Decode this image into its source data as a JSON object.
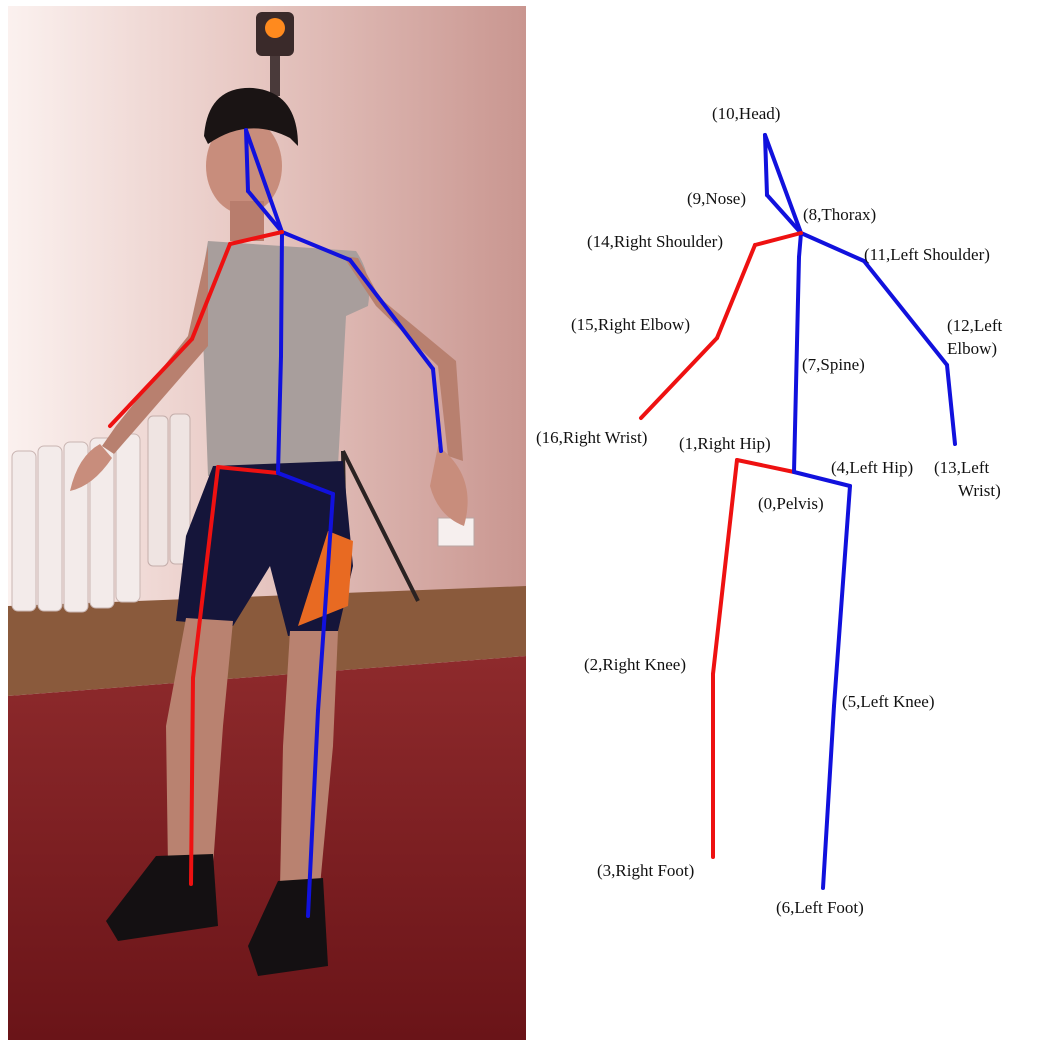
{
  "colors": {
    "right_side": "#ee1111",
    "left_side": "#1111dd"
  },
  "joints": [
    {
      "id": 0,
      "label": "(0,Pelvis)"
    },
    {
      "id": 1,
      "label": "(1,Right Hip)"
    },
    {
      "id": 2,
      "label": "(2,Right Knee)"
    },
    {
      "id": 3,
      "label": "(3,Right Foot)"
    },
    {
      "id": 4,
      "label": "(4,Left Hip)"
    },
    {
      "id": 5,
      "label": "(5,Left Knee)"
    },
    {
      "id": 6,
      "label": "(6,Left Foot)"
    },
    {
      "id": 7,
      "label": "(7,Spine)"
    },
    {
      "id": 8,
      "label": "(8,Thorax)"
    },
    {
      "id": 9,
      "label": "(9,Nose)"
    },
    {
      "id": 10,
      "label": "(10,Head)"
    },
    {
      "id": 11,
      "label": "(11,Left Shoulder)"
    },
    {
      "id": 12,
      "label_lines": [
        "(12,Left",
        "Elbow)"
      ]
    },
    {
      "id": 13,
      "label_lines": [
        "(13,Left",
        "Wrist)"
      ]
    },
    {
      "id": 14,
      "label": "(14,Right Shoulder)"
    },
    {
      "id": 15,
      "label": "(15,Right Elbow)"
    },
    {
      "id": 16,
      "label": "(16,Right Wrist)"
    }
  ],
  "bones": [
    {
      "from": 0,
      "to": 1,
      "side": "right"
    },
    {
      "from": 1,
      "to": 2,
      "side": "right"
    },
    {
      "from": 2,
      "to": 3,
      "side": "right"
    },
    {
      "from": 0,
      "to": 4,
      "side": "left"
    },
    {
      "from": 4,
      "to": 5,
      "side": "left"
    },
    {
      "from": 5,
      "to": 6,
      "side": "left"
    },
    {
      "from": 0,
      "to": 7,
      "side": "left"
    },
    {
      "from": 7,
      "to": 8,
      "side": "left"
    },
    {
      "from": 8,
      "to": 9,
      "side": "left"
    },
    {
      "from": 9,
      "to": 10,
      "side": "left"
    },
    {
      "from": 10,
      "to": 8,
      "side": "left"
    },
    {
      "from": 8,
      "to": 11,
      "side": "left"
    },
    {
      "from": 11,
      "to": 12,
      "side": "left"
    },
    {
      "from": 12,
      "to": 13,
      "side": "left"
    },
    {
      "from": 8,
      "to": 14,
      "side": "right"
    },
    {
      "from": 14,
      "to": 15,
      "side": "right"
    },
    {
      "from": 15,
      "to": 16,
      "side": "right"
    }
  ]
}
